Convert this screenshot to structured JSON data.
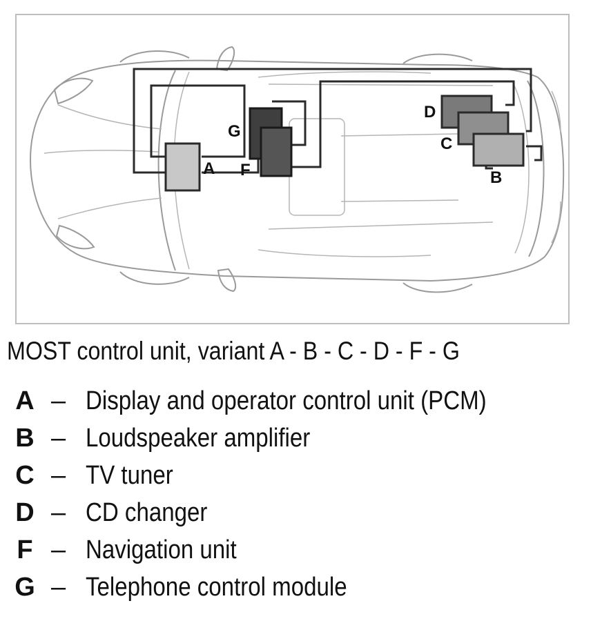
{
  "diagram": {
    "units": [
      {
        "id": "A",
        "label": "A",
        "fill": "#c8c8c8"
      },
      {
        "id": "B",
        "label": "B",
        "fill": "#b0b0b0"
      },
      {
        "id": "C",
        "label": "C",
        "fill": "#8f8f8f"
      },
      {
        "id": "D",
        "label": "D",
        "fill": "#7a7a7a"
      },
      {
        "id": "F",
        "label": "F",
        "fill": "#555555"
      },
      {
        "id": "G",
        "label": "G",
        "fill": "#3f3f3f"
      }
    ],
    "colors": {
      "car_outline": "#9a9a9a",
      "ring_wire": "#2a2a2a",
      "frame_border": "#bdbdbd"
    }
  },
  "caption": "MOST control unit, variant A - B - C - D - F - G",
  "legend": [
    {
      "letter": "A",
      "dash": "–",
      "text": "Display and operator control unit (PCM)"
    },
    {
      "letter": "B",
      "dash": "–",
      "text": "Loudspeaker amplifier"
    },
    {
      "letter": "C",
      "dash": "–",
      "text": "TV tuner"
    },
    {
      "letter": "D",
      "dash": "–",
      "text": "CD changer"
    },
    {
      "letter": "F",
      "dash": "–",
      "text": "Navigation unit"
    },
    {
      "letter": "G",
      "dash": "–",
      "text": "Telephone control module"
    }
  ]
}
